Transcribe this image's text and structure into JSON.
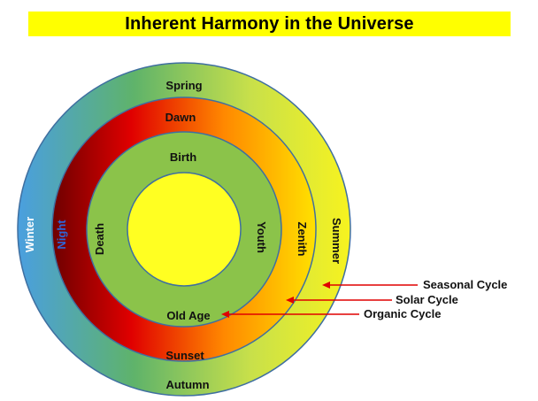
{
  "title": "Inherent Harmony in the Universe",
  "colors": {
    "title_bg": "#ffff00",
    "outer_green": "#5fb36a",
    "outer_blue": "#4a9fe0",
    "outer_yellow": "#f7f31f",
    "mid_darkred": "#6e0000",
    "mid_red": "#e00000",
    "mid_orange": "#ff9900",
    "mid_yellow": "#ffe100",
    "inner_green": "#8bc34a",
    "core_yellow": "#ffff22",
    "arrow_red": "#e00000",
    "night_label": "#2e66d8"
  },
  "rings": {
    "seasonal": {
      "top": "Spring",
      "right": "Summer",
      "bottom": "Autumn",
      "left": "Winter"
    },
    "solar": {
      "top": "Dawn",
      "right": "Zenith",
      "bottom": "Sunset",
      "left": "Night"
    },
    "organic": {
      "top": "Birth",
      "right": "Youth",
      "bottom": "Old Age",
      "left": "Death"
    }
  },
  "callouts": [
    {
      "label": "Seasonal Cycle"
    },
    {
      "label": "Solar Cycle"
    },
    {
      "label": "Organic Cycle"
    }
  ]
}
